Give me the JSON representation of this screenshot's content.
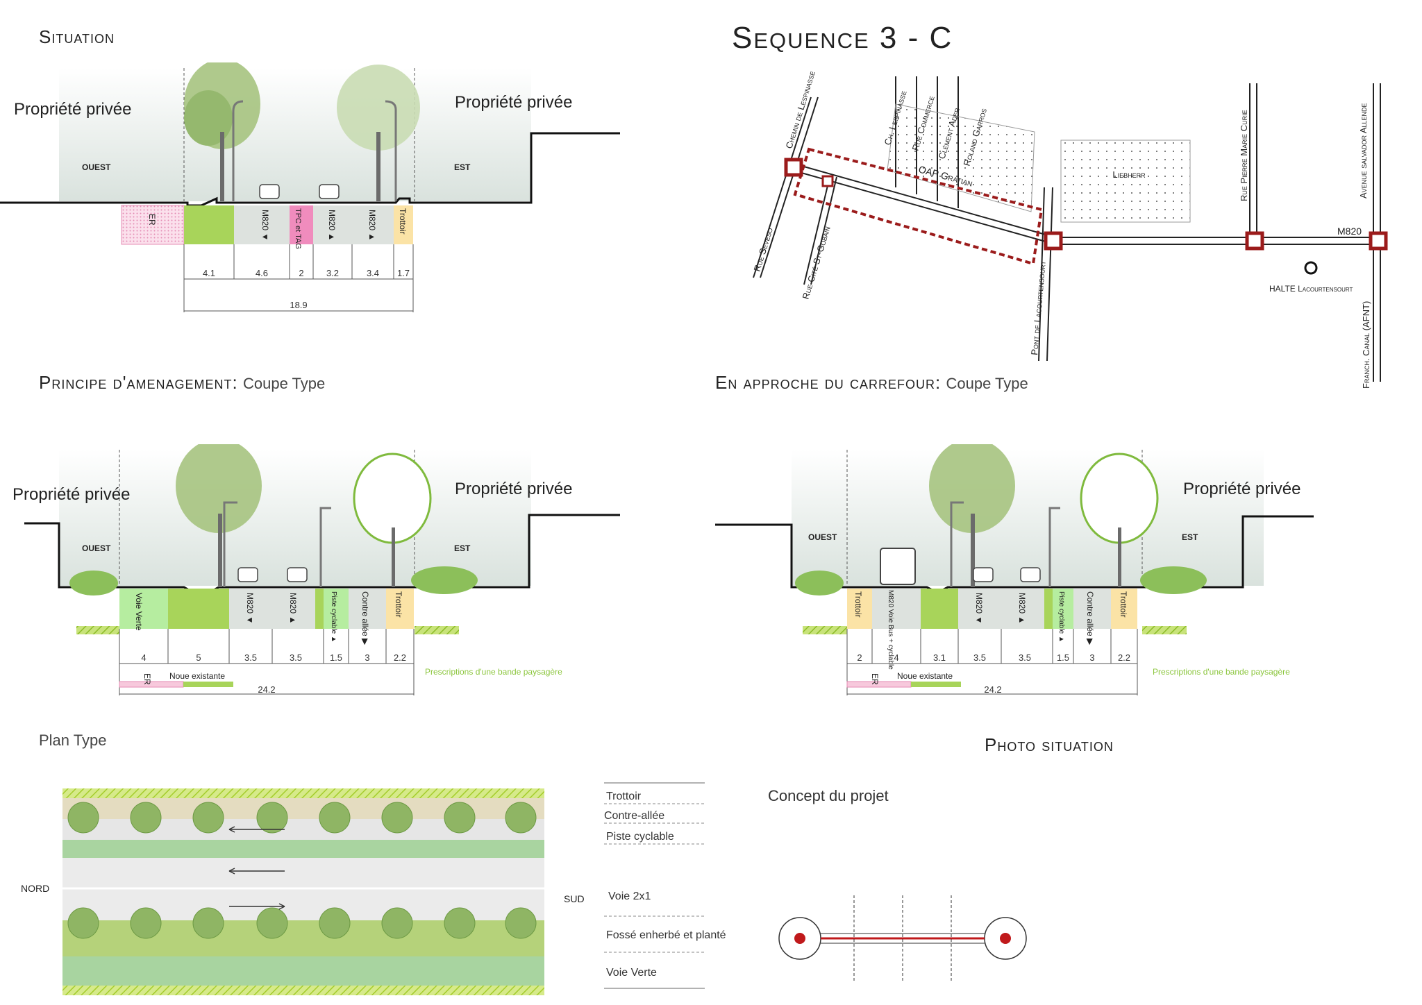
{
  "headers": {
    "situation": "Situation",
    "sequence": "Sequence 3 - C",
    "principe": "Principe  d'amenagement:",
    "principe_sub": "Coupe Type",
    "approche": "En approche du carrefour:",
    "approche_sub": "Coupe Type",
    "plan_type": "Plan Type",
    "photo_situation": "Photo situation",
    "concept": "Concept du projet"
  },
  "common": {
    "propriete_privee": "Propriété  privée",
    "ouest": "OUEST",
    "est": "EST"
  },
  "situation_section": {
    "lanes": [
      "ER",
      "M820 ▼",
      "TPC et TAG",
      "M820 ▲",
      "M820 ▲",
      "Trottoir"
    ],
    "widths": [
      "4.1",
      "4.6",
      "2",
      "3.2",
      "3.4",
      "1.7"
    ],
    "total": "18.9"
  },
  "principe_section": {
    "lanes": [
      "Voie Verte",
      "M820 ▼",
      "M820 ▲",
      "Piste cyclable ▲",
      "Contre allée ▶",
      "Trottoir"
    ],
    "widths": [
      "4",
      "5",
      "3.5",
      "3.5",
      "1.5",
      "3",
      "2.2"
    ],
    "total": "24.2",
    "er_label": "ER",
    "noue_label": "Noue  existante",
    "prescription": "Prescriptions d'une bande paysagère"
  },
  "approche_section": {
    "lanes": [
      "Trottoir",
      "M820 Voie Bus + cyclable",
      "M820 ▼",
      "M820 ▲",
      "Piste cyclable ▲",
      "Contre allée ▶",
      "Trottoir"
    ],
    "widths": [
      "2",
      "4",
      "3.1",
      "3.5",
      "3.5",
      "1.5",
      "3",
      "2.2"
    ],
    "total": "24.2",
    "er_label": "ER",
    "noue_label": "Noue  existante",
    "prescription": "Prescriptions d'une bande paysagère"
  },
  "map": {
    "labels": {
      "chemin": "Chemin de Lespinasse",
      "seveso": "Rue Seveso",
      "cite": "Rue Cité St-Gobain",
      "lespinasse": "Ch. Lespinasse",
      "commerce": "Rue Commerce",
      "ader": "Clément Ader",
      "garros": "Roland Garros",
      "oap": "OAP Gratian",
      "liebherr": "Liebherr",
      "pierre": "Rue Pierre Marie Curie",
      "allende": "Avenue salvador Allende",
      "m820": "M820",
      "halte": "HALTE Lacourtensourt",
      "pont": "Pont de Lacourtensourt",
      "franch": "Franch. Canal (AFNT)"
    }
  },
  "plan": {
    "nord": "NORD",
    "sud": "SUD",
    "legend": [
      "Trottoir",
      "Contre-allée",
      "Piste cyclable",
      "Voie 2x1",
      "Fossé  enherbé et planté",
      "Voie Verte"
    ]
  },
  "colors": {
    "er_pink": "#f7c9dc",
    "green_lane": "#a8d45a",
    "grey_lane": "#dde2de",
    "tpc_pink": "#f08cbd",
    "trottoir": "#fbe3a6",
    "cycle": "#b6eda0",
    "map_red": "#9b1b1b",
    "prescription_green": "#8cc63e"
  }
}
